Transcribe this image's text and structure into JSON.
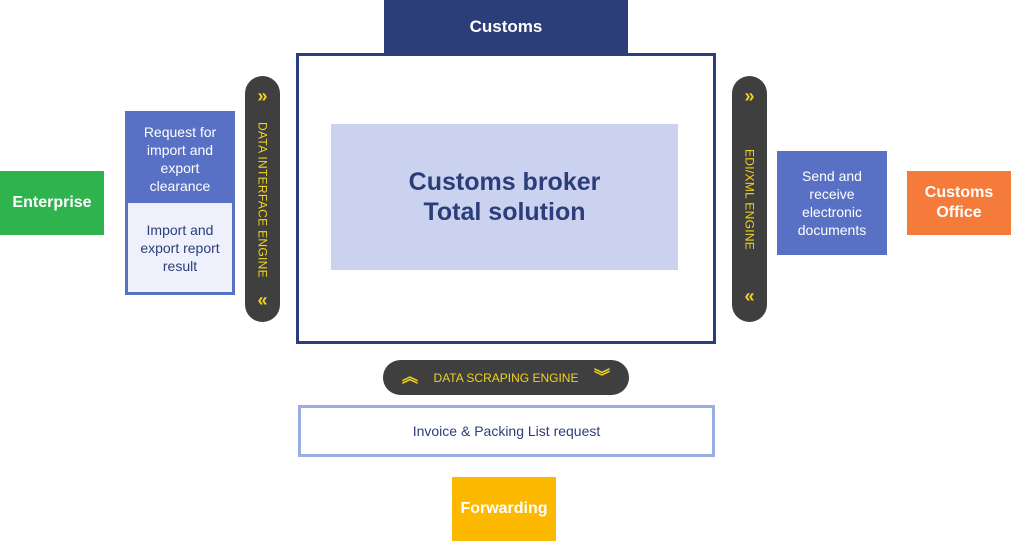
{
  "customs_tab": {
    "label": "Customs"
  },
  "central": {
    "title_line1": "Customs broker",
    "title_line2": "Total solution"
  },
  "enterprise": {
    "label": "Enterprise"
  },
  "left_request": {
    "top_text": "Request for import and export clearance",
    "bottom_text": "Import and export report result"
  },
  "left_engine": {
    "label": "DATA INTERFACE ENGINE",
    "chevron_top": "»",
    "chevron_bottom": "«"
  },
  "right_engine": {
    "label": "EDI/XML ENGINE",
    "chevron_top": "»",
    "chevron_bottom": "«"
  },
  "right_send": {
    "text": "Send and receive electronic documents"
  },
  "customs_office": {
    "line1": "Customs",
    "line2": "Office"
  },
  "scraping_engine": {
    "label": "DATA SCRAPING ENGINE",
    "chevron_left": "︽",
    "chevron_right": "︾"
  },
  "invoice": {
    "text": "Invoice & Packing List request"
  },
  "forwarding": {
    "label": "Forwarding"
  },
  "colors": {
    "navy": "#2c3e7a",
    "light_blue": "#cad2ef",
    "mid_blue": "#5871c4",
    "green": "#2eb34f",
    "orange": "#f47b3a",
    "yellow": "#fcb900",
    "pill_dark": "#3f3f3f",
    "pill_text": "#f0d21e"
  }
}
